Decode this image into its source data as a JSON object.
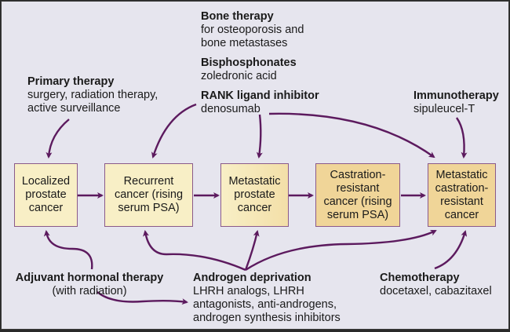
{
  "boxes": [
    {
      "id": "localized",
      "text": "Localized prostate cancer",
      "lines": [
        "Localized",
        "prostate",
        "cancer"
      ],
      "style": "light"
    },
    {
      "id": "recurrent",
      "text": "Recurrent cancer (rising serum PSA)",
      "lines": [
        "Recurrent",
        "cancer (rising",
        "serum PSA)"
      ],
      "style": "light"
    },
    {
      "id": "metastatic",
      "text": "Metastatic prostate cancer",
      "lines": [
        "Metastatic",
        "prostate",
        "cancer"
      ],
      "style": "light-gradient"
    },
    {
      "id": "castration-resistant",
      "text": "Castration-resistant cancer (rising serum PSA)",
      "lines": [
        "Castration-",
        "resistant",
        "cancer (rising",
        "serum PSA)"
      ],
      "style": "dark"
    },
    {
      "id": "metastatic-crpc",
      "text": "Metastatic castration-resistant cancer",
      "lines": [
        "Metastatic",
        "castration-",
        "resistant",
        "cancer"
      ],
      "style": "dark"
    }
  ],
  "therapies": {
    "primary": {
      "title": "Primary therapy",
      "lines": [
        "surgery, radiation therapy,",
        "active surveillance"
      ]
    },
    "bone": {
      "title": "Bone therapy",
      "lines": [
        "for osteoporosis and",
        "bone metastases"
      ]
    },
    "bisphosphonates": {
      "title": "Bisphosphonates",
      "lines": [
        "zoledronic acid"
      ]
    },
    "rank": {
      "title": "RANK ligand inhibitor",
      "lines": [
        "denosumab"
      ]
    },
    "immunotherapy": {
      "title": "Immunotherapy",
      "lines": [
        "sipuleucel-T"
      ]
    },
    "adjuvant": {
      "title": "Adjuvant hormonal therapy",
      "lines": [
        "(with radiation)"
      ]
    },
    "androgen": {
      "title": "Androgen deprivation",
      "lines": [
        "LHRH analogs, LHRH",
        "antagonists, anti-androgens,",
        "androgen synthesis inhibitors"
      ]
    },
    "chemo": {
      "title": "Chemotherapy",
      "lines": [
        "docetaxel, cabazitaxel"
      ]
    }
  },
  "colors": {
    "arrow": "#5c1a5e",
    "box_light": "#f8efc6",
    "box_dark": "#f0d598",
    "box_border": "#8a5a8a",
    "background": "#e6e5ee"
  }
}
